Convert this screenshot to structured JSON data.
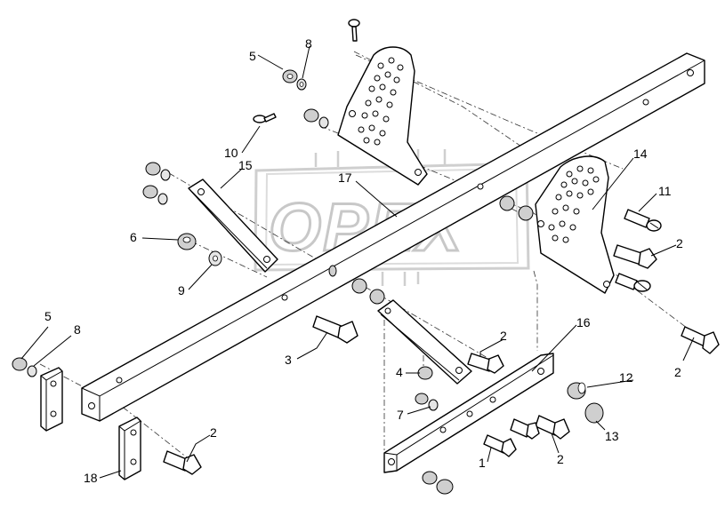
{
  "watermark": {
    "text": "OPEX"
  },
  "callouts": [
    {
      "id": "c5a",
      "text": "5"
    },
    {
      "id": "c8a",
      "text": "8"
    },
    {
      "id": "c10",
      "text": "10"
    },
    {
      "id": "c15",
      "text": "15"
    },
    {
      "id": "c17",
      "text": "17"
    },
    {
      "id": "c14",
      "text": "14"
    },
    {
      "id": "c11",
      "text": "11"
    },
    {
      "id": "c2a",
      "text": "2"
    },
    {
      "id": "c6",
      "text": "6"
    },
    {
      "id": "c9",
      "text": "9"
    },
    {
      "id": "c16",
      "text": "16"
    },
    {
      "id": "c5b",
      "text": "5"
    },
    {
      "id": "c8b",
      "text": "8"
    },
    {
      "id": "c3",
      "text": "3"
    },
    {
      "id": "c2b",
      "text": "2"
    },
    {
      "id": "c2c",
      "text": "2"
    },
    {
      "id": "c4",
      "text": "4"
    },
    {
      "id": "c7",
      "text": "7"
    },
    {
      "id": "c12",
      "text": "12"
    },
    {
      "id": "c13",
      "text": "13"
    },
    {
      "id": "c1",
      "text": "1"
    },
    {
      "id": "c2d",
      "text": "2"
    },
    {
      "id": "c2e",
      "text": "2"
    },
    {
      "id": "c18",
      "text": "18"
    }
  ]
}
